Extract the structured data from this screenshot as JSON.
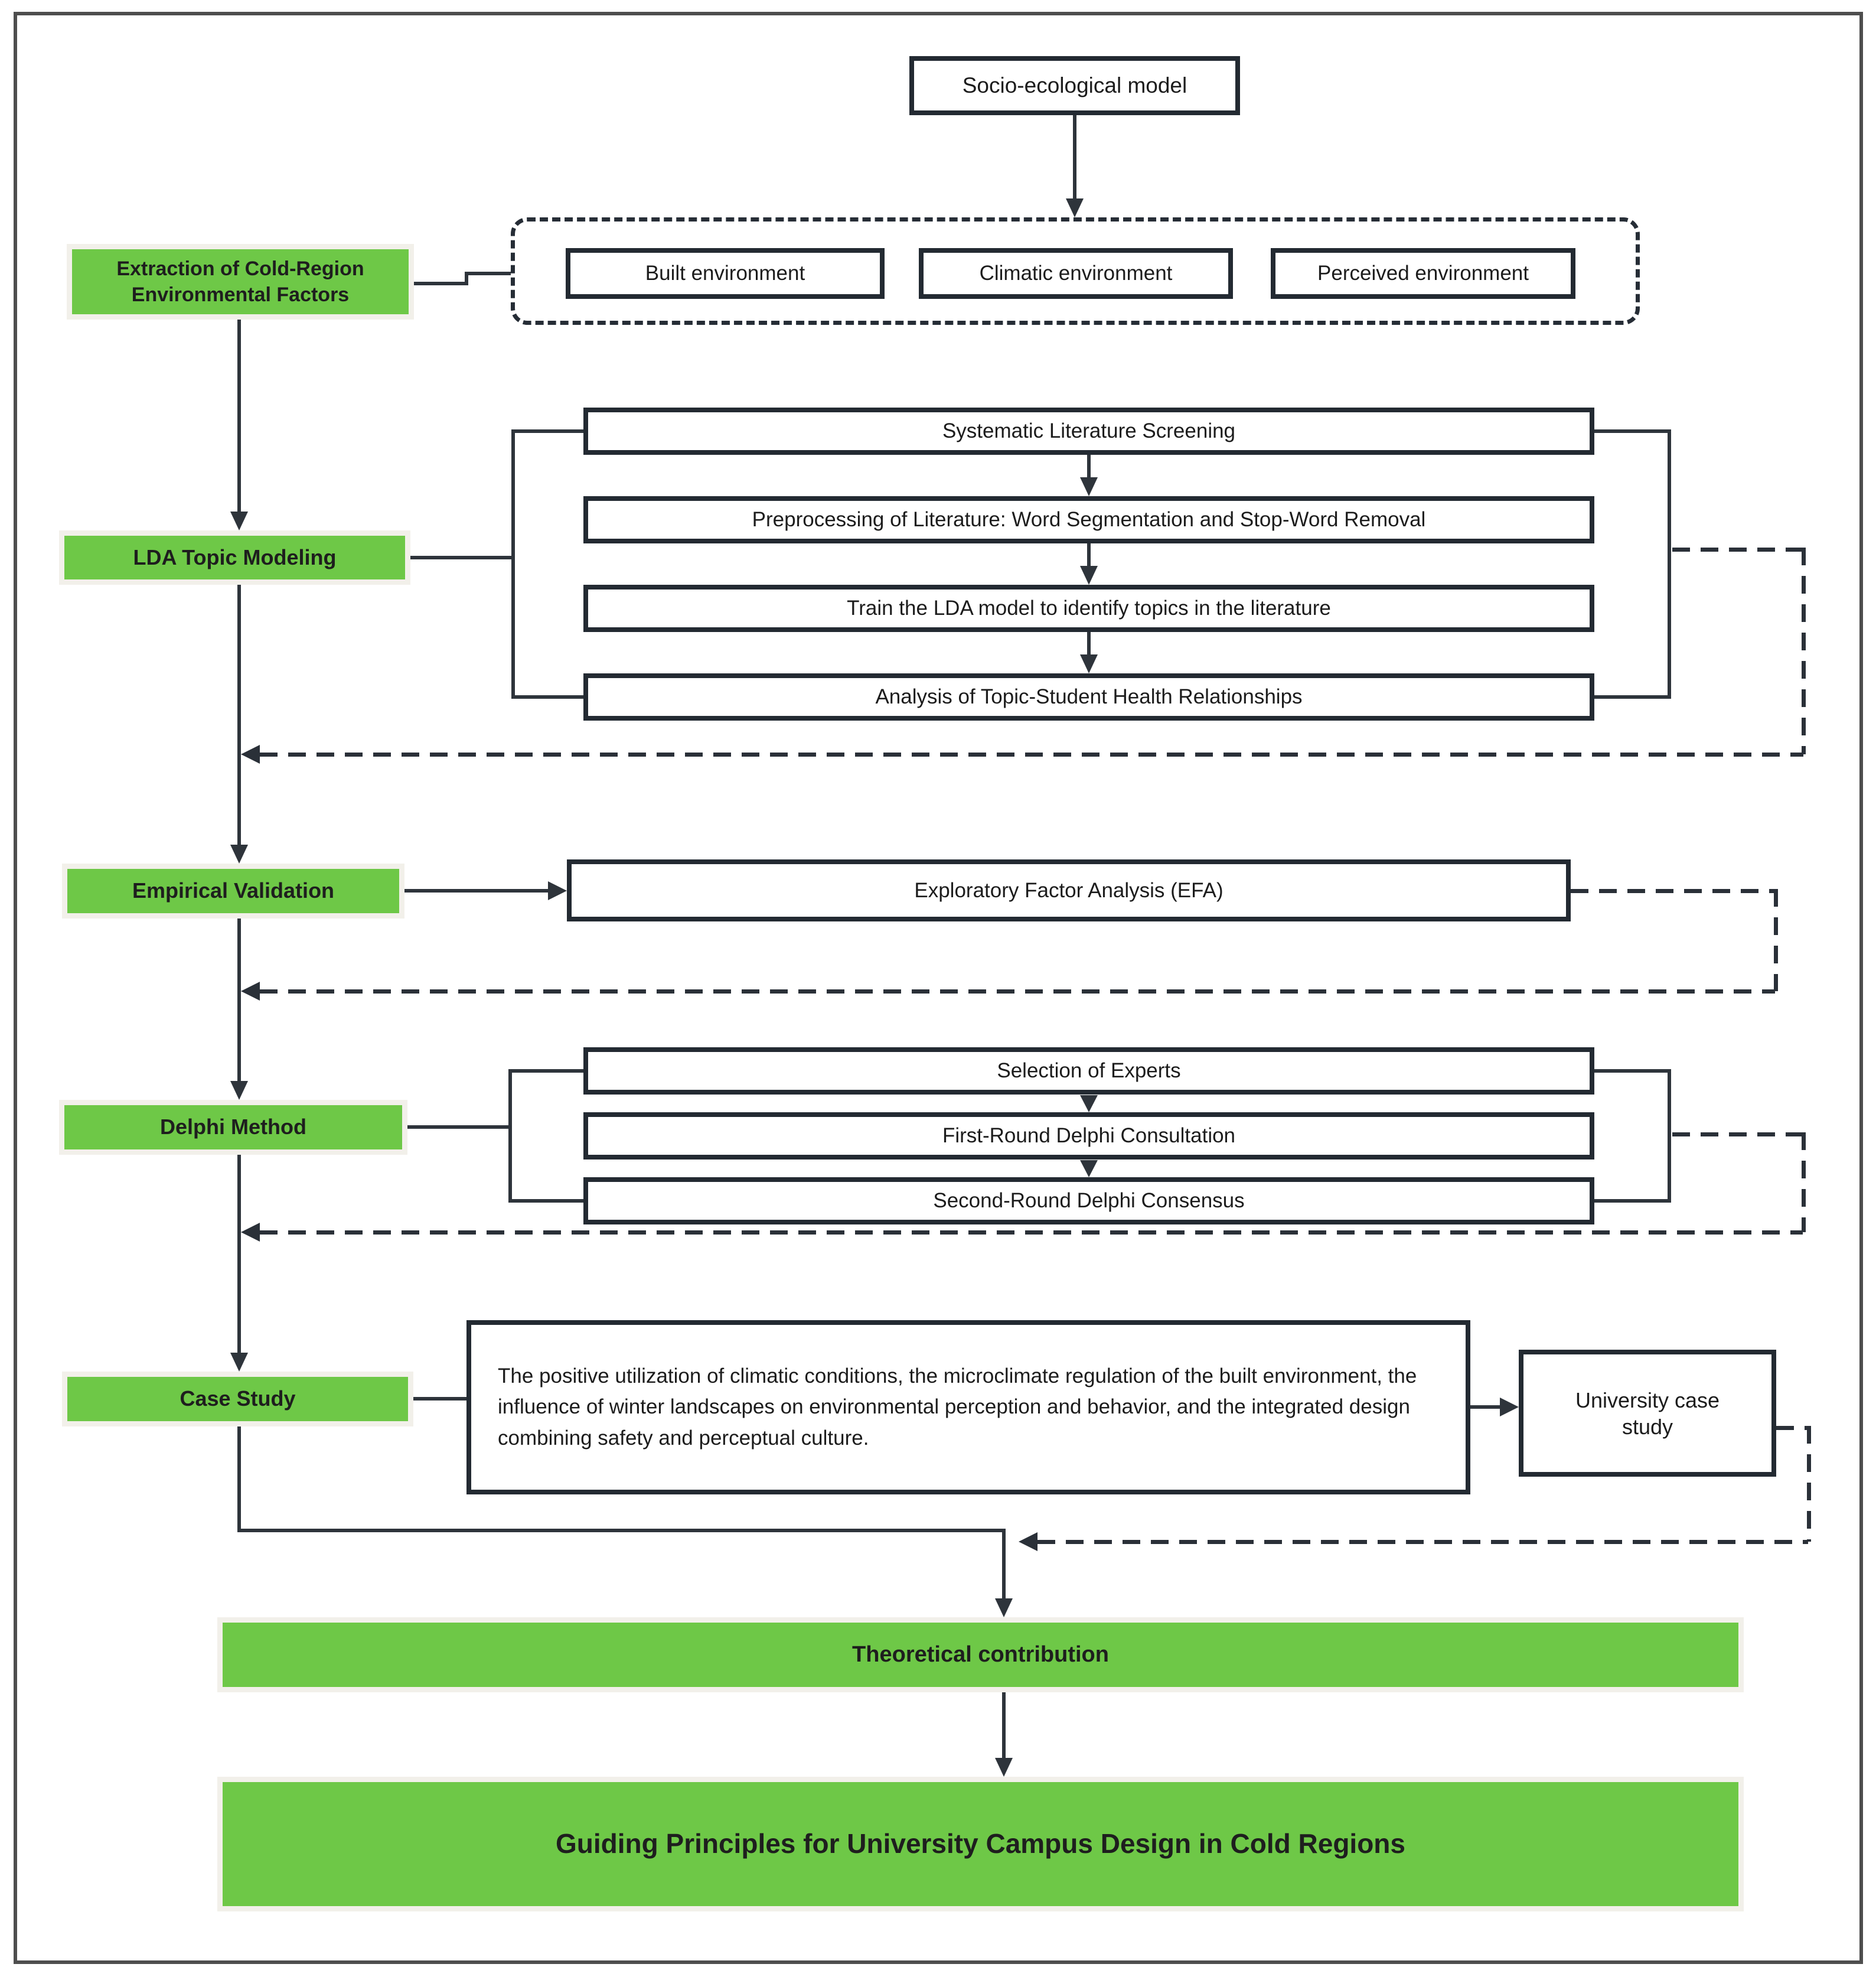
{
  "colors": {
    "green": "#6ec847",
    "line": "#2e343b",
    "box_border": "#232a32"
  },
  "nodes": {
    "socio": "Socio-ecological model",
    "environments": [
      "Built environment",
      "Climatic environment",
      "Perceived environment"
    ],
    "extraction": "Extraction of Cold-Region Environmental Factors",
    "lda": "LDA Topic Modeling",
    "lda_steps": [
      "Systematic Literature Screening",
      "Preprocessing of Literature: Word Segmentation and Stop-Word Removal",
      "Train the LDA model to identify topics in the literature",
      "Analysis of Topic-Student Health Relationships"
    ],
    "empirical": "Empirical Validation",
    "efa": "Exploratory Factor Analysis (EFA)",
    "delphi": "Delphi Method",
    "delphi_steps": [
      "Selection of Experts",
      "First-Round Delphi Consultation",
      "Second-Round Delphi Consensus"
    ],
    "case": "Case Study",
    "case_description": "The positive utilization of climatic conditions, the microclimate regulation of the built environment, the influence of winter landscapes on environmental perception and behavior, and the integrated design combining safety and perceptual culture.",
    "university": "University case study",
    "theoretical": "Theoretical contribution",
    "guiding": "Guiding Principles for University Campus Design in Cold Regions"
  }
}
